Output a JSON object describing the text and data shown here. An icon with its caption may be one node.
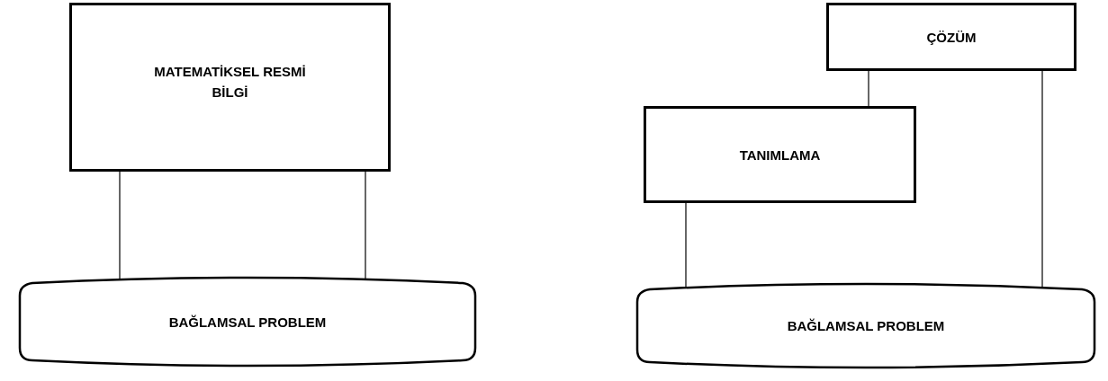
{
  "diagram": {
    "nodes": [
      {
        "text": [
          "MATEMATİKSEL RESMİ BİLGİ"
        ]
      },
      {
        "text": [
          "BAĞLAMSAL PROBLEM"
        ]
      },
      {
        "text": [
          "ÇÖZÜM"
        ]
      },
      {
        "text": [
          "TANIMLAMA"
        ]
      },
      {
        "text": [
          "BAĞLAMSAL PROBLEM"
        ]
      }
    ],
    "edges": [
      {
        "from": 0,
        "to": 1,
        "arrow": "none"
      },
      {
        "from": 0,
        "to": 1,
        "arrow": "none"
      },
      {
        "from": 2,
        "to": 3,
        "arrow": "none"
      },
      {
        "from": 3,
        "to": 4,
        "arrow": "none"
      },
      {
        "from": 2,
        "to": 4,
        "arrow": "none"
      }
    ]
  }
}
